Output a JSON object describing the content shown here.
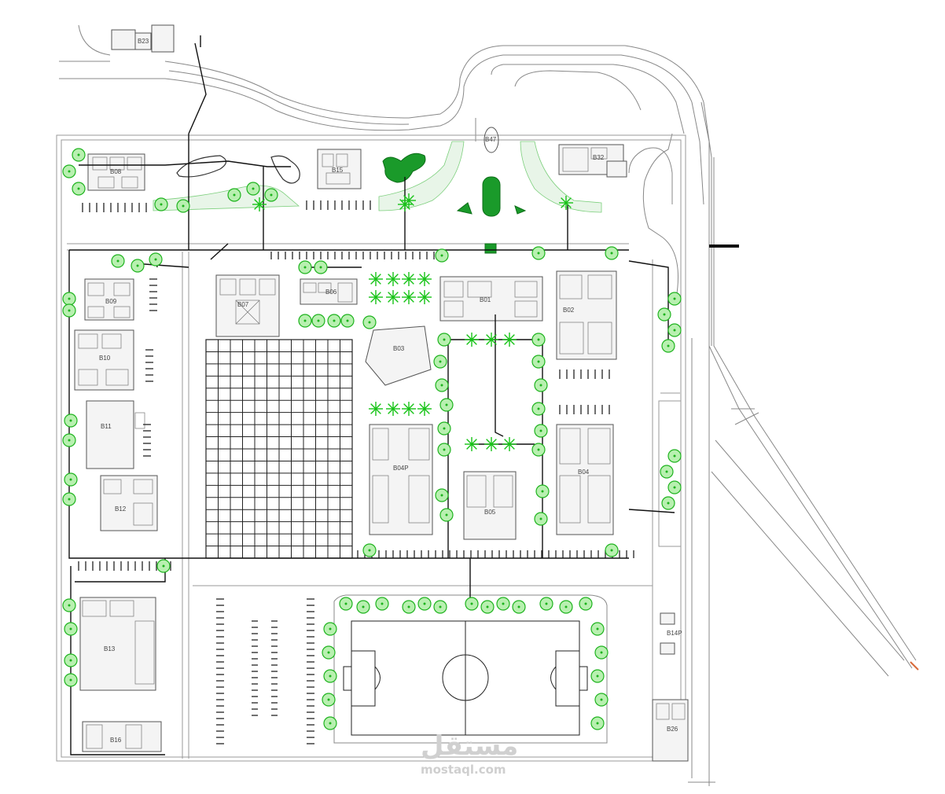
{
  "title": "",
  "watermark": {
    "arabic": "مستقل",
    "latin": "mostaql.com"
  },
  "buildings": [
    {
      "id": "b23",
      "label": "B23"
    },
    {
      "id": "b08",
      "label": "B08"
    },
    {
      "id": "b15",
      "label": "B15"
    },
    {
      "id": "b47",
      "label": "B47"
    },
    {
      "id": "b32",
      "label": "B32"
    },
    {
      "id": "b09",
      "label": "B09"
    },
    {
      "id": "b07",
      "label": "B07"
    },
    {
      "id": "b06",
      "label": "B06"
    },
    {
      "id": "b01",
      "label": "B01"
    },
    {
      "id": "b02",
      "label": "B02"
    },
    {
      "id": "b03",
      "label": "B03"
    },
    {
      "id": "b10",
      "label": "B10"
    },
    {
      "id": "b11",
      "label": "B11"
    },
    {
      "id": "b04p",
      "label": "B04P"
    },
    {
      "id": "b04",
      "label": "B04"
    },
    {
      "id": "b05",
      "label": "B05"
    },
    {
      "id": "b12",
      "label": "B12"
    },
    {
      "id": "b13",
      "label": "B13"
    },
    {
      "id": "b14p",
      "label": "B14P"
    },
    {
      "id": "b26",
      "label": "B26"
    },
    {
      "id": "b16",
      "label": "B16"
    }
  ],
  "colors": {
    "vegetation": "#1db31d",
    "linework": "#222222",
    "background": "#ffffff",
    "accent": "#d86a3a"
  }
}
